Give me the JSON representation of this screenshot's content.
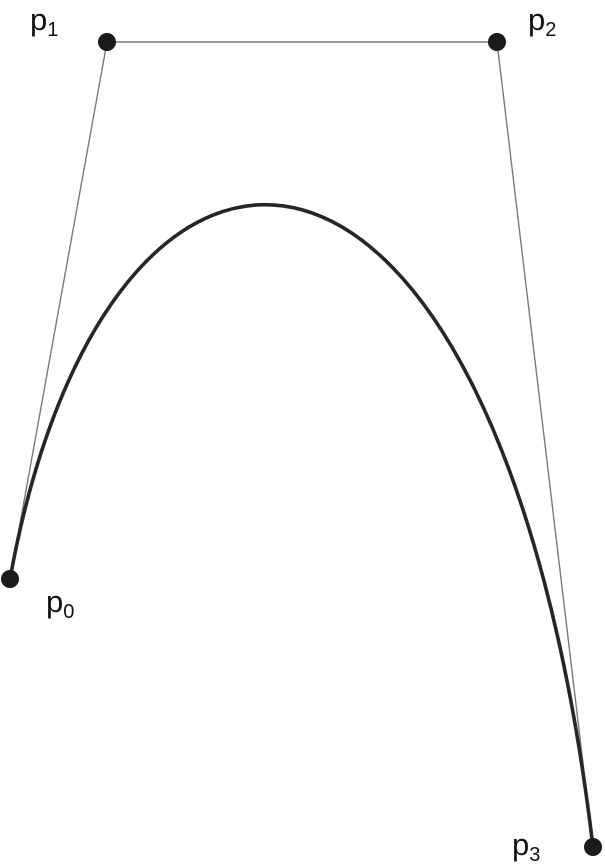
{
  "diagram": {
    "colors": {
      "curve": "#262626",
      "polygon": "#7a7a7a",
      "point": "#1a1a1a",
      "background": "#ffffff"
    },
    "points": [
      {
        "id": "p0",
        "letter": "p",
        "index": "0"
      },
      {
        "id": "p1",
        "letter": "p",
        "index": "1"
      },
      {
        "id": "p2",
        "letter": "p",
        "index": "2"
      },
      {
        "id": "p3",
        "letter": "p",
        "index": "3"
      }
    ]
  }
}
